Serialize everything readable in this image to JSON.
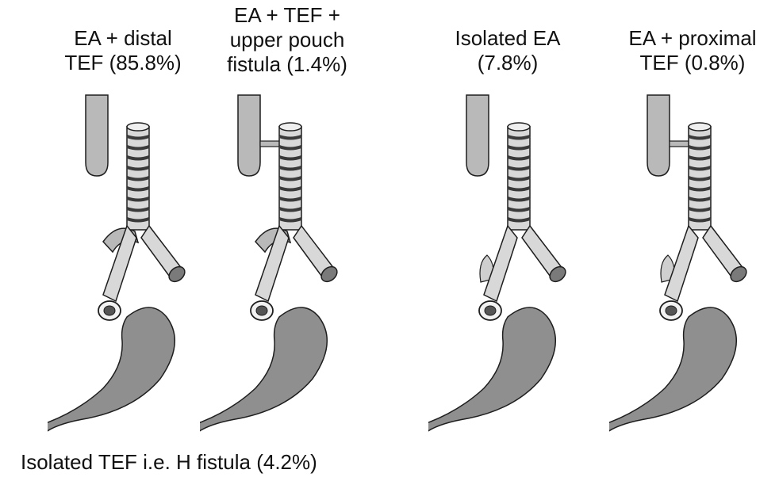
{
  "panels": [
    {
      "id": "ea-distal-tef",
      "caption": "EA + distal\nTEF (85.8%)",
      "has_lower_fistula": true,
      "has_upper_fistula": false
    },
    {
      "id": "ea-tef-upper-pouch",
      "caption": "EA + TEF +\nupper pouch\nfistula  (1.4%)",
      "has_lower_fistula": true,
      "has_upper_fistula": true
    },
    {
      "id": "isolated-ea",
      "caption": "Isolated EA\n(7.8%)",
      "has_lower_fistula": false,
      "has_upper_fistula": false
    },
    {
      "id": "ea-proximal-tef",
      "caption": "EA + proximal\nTEF (0.8%)",
      "has_lower_fistula": false,
      "has_upper_fistula": true
    }
  ],
  "footer": {
    "caption": "Isolated TEF i.e. H fistula (4.2%)"
  },
  "colors": {
    "esophagus_pouch": "#b9b9b9",
    "trachea": "#d8d8d8",
    "trachea_rings": "#3a3a3a",
    "stomach": "#8f8f8f",
    "outline": "#1e1e1e",
    "text": "#111111"
  }
}
